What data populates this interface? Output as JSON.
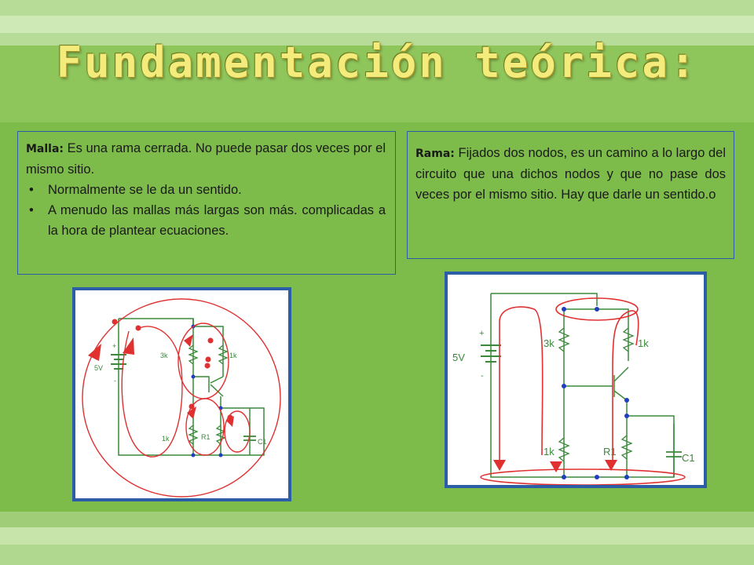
{
  "title": "Fundamentación teórica:",
  "malla": {
    "term": "Malla:",
    "definition": " Es una rama cerrada. No puede pasar dos veces por el mismo sitio.",
    "bullets": [
      "Normalmente se le da un sentido.",
      "A menudo las mallas más largas son más. complicadas a la hora de plantear ecuaciones."
    ],
    "bullet_symbol": "•"
  },
  "rama": {
    "term": "Rama:",
    "definition": " Fijados dos nodos, es un camino a lo largo del circuito que una dichos nodos y que no pase dos veces por el mismo sitio. Hay que darle un sentido.",
    "trailing": "o"
  },
  "circuit_left": {
    "source": "5V",
    "plus": "+",
    "minus": "-",
    "r_top_left": "3k",
    "r_top_right": "1k",
    "r_bottom_left": "1k",
    "r_bottom_right": "R1",
    "capacitor": "C1"
  },
  "circuit_right": {
    "source": "5V",
    "plus": "+",
    "minus": "-",
    "r_top_left": "3k",
    "r_top_right": "1k",
    "r_bottom_left": "1k",
    "r_bottom_right": "R1",
    "capacitor": "C1"
  },
  "colors": {
    "background": "#7dbb4a",
    "title": "#f3ec7d",
    "border": "#2c5ea8",
    "wire": "#3a8a3a",
    "annotation": "#e03030",
    "node": "#1f3fbf"
  }
}
